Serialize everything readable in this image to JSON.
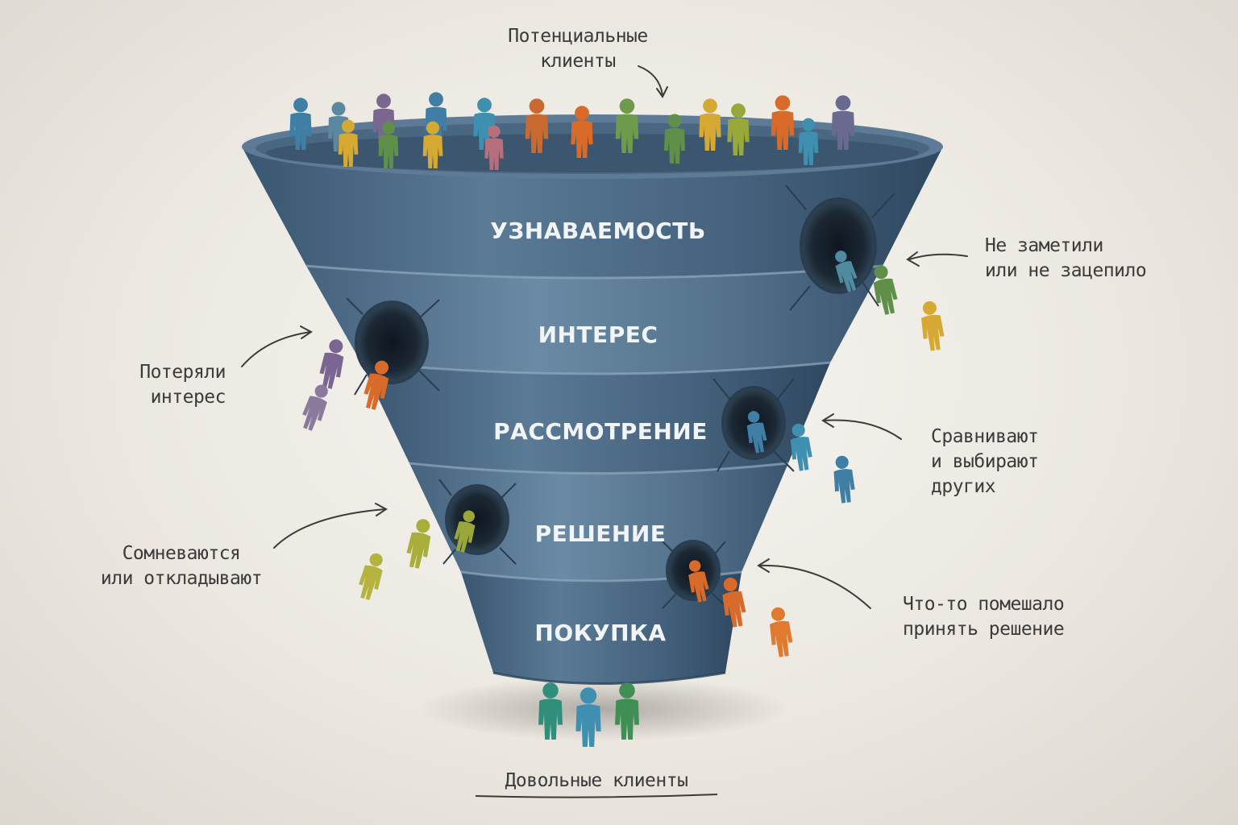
{
  "colors": {
    "funnel_dark": "#3d5a76",
    "funnel_light": "#5f7f9b",
    "funnel_rim": "#6d8aa6",
    "person_blue": "#3f7fa5",
    "person_yellow": "#d6a932",
    "person_green": "#5f8f48",
    "person_orange": "#d86a2a",
    "person_purple": "#7a6690",
    "person_teal": "#2f8f7a",
    "person_olive": "#9aa83a",
    "person_pink": "#b76f7c"
  },
  "top_label": "Потенциальные\nклиенты",
  "bottom_label": "Довольные клиенты",
  "stages": [
    {
      "label": "УЗНАВАЕМОСТЬ"
    },
    {
      "label": "ИНТЕРЕС"
    },
    {
      "label": "РАССМОТРЕНИЕ"
    },
    {
      "label": "РЕШЕНИЕ"
    },
    {
      "label": "ПОКУПКА"
    }
  ],
  "annotations": {
    "awareness_loss": "Не заметили\nили не зацепило",
    "interest_loss": "Потеряли\nинтерес",
    "consideration_loss": "Сравнивают\nи выбирают\nдругих",
    "decision_loss": "Сомневаются\nили откладывают",
    "purchase_loss": "Что-то помешало\nпринять решение"
  }
}
